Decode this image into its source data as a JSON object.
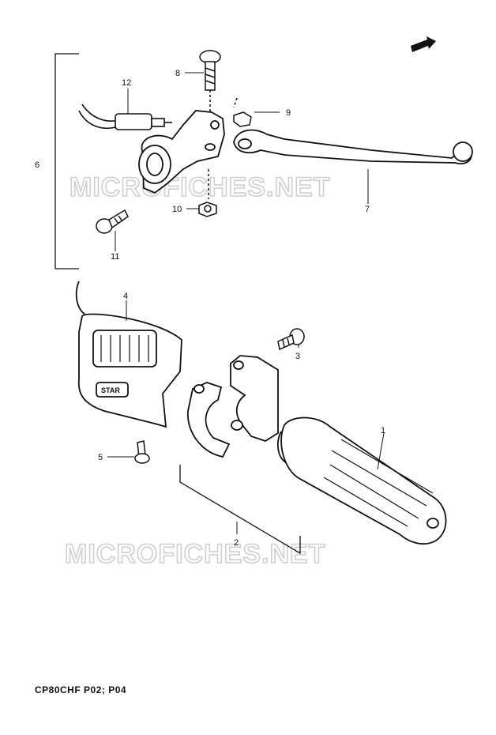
{
  "diagram": {
    "callouts": [
      {
        "id": "c1",
        "label": "1"
      },
      {
        "id": "c2",
        "label": "2"
      },
      {
        "id": "c3",
        "label": "3"
      },
      {
        "id": "c4",
        "label": "4"
      },
      {
        "id": "c5",
        "label": "5"
      },
      {
        "id": "c6",
        "label": "6"
      },
      {
        "id": "c7",
        "label": "7"
      },
      {
        "id": "c8",
        "label": "8"
      },
      {
        "id": "c9",
        "label": "9"
      },
      {
        "id": "c10",
        "label": "10"
      },
      {
        "id": "c11",
        "label": "11"
      },
      {
        "id": "c12",
        "label": "12"
      }
    ],
    "watermark": "MICROFICHES.NET",
    "switch_button_label": "STAR",
    "footer": "CP80CHF P02; P04"
  }
}
